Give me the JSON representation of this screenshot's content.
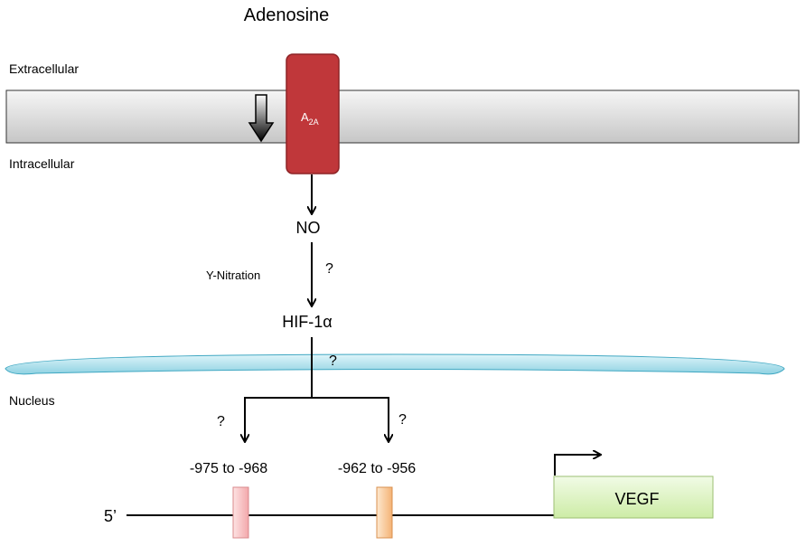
{
  "labels": {
    "ligand": "Adenosine",
    "extracellular": "Extracellular",
    "intracellular": "Intracellular",
    "receptor_main": "A",
    "receptor_sub": "2A",
    "no": "NO",
    "y_nitration": "Y-Nitration",
    "q1": "?",
    "hif": "HIF-1α",
    "q2": "?",
    "nucleus": "Nucleus",
    "q3": "?",
    "q4": "?",
    "site1": "-975 to -968",
    "site2": "-962 to -956",
    "five_prime": "5’",
    "gene": "VEGF"
  },
  "colors": {
    "receptor": "#c0373a",
    "receptor_stroke": "#8e2326",
    "membrane_light": "#f4f4f4",
    "membrane_dark": "#c8c8c8",
    "nuclear_membrane": "#9ad8e6",
    "site1_fill": "#f7b7b9",
    "site2_fill": "#f6c089",
    "gene_box": "#dff5c4",
    "gene_box_stroke": "#9cbf73"
  }
}
